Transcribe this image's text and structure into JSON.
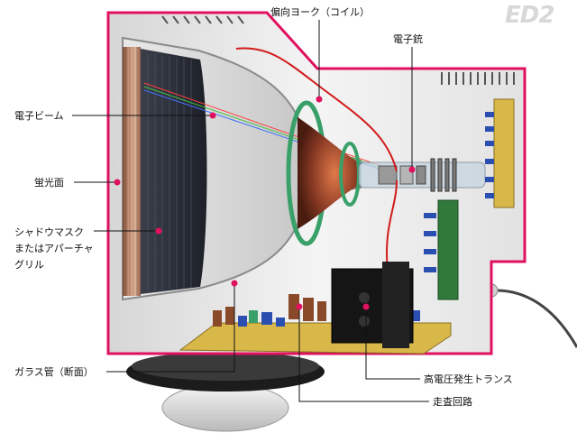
{
  "logo": "ED2",
  "labels": {
    "deflection_yoke": "偏向ヨーク（コイル）",
    "electron_gun": "電子銃",
    "electron_beam": "電子ビーム",
    "phosphor_screen": "蛍光面",
    "shadow_mask_1": "シャドウマスク",
    "shadow_mask_2": "またはアパーチャ",
    "shadow_mask_3": "グリル",
    "glass_tube": "ガラス管（断面）",
    "hv_transformer": "高電圧発生トランス",
    "scan_circuit": "走査回路"
  },
  "colors": {
    "accent": "#e0115f",
    "case": "#eeeeee",
    "pcb": "#d9b84a",
    "yoke": "#3aa06a",
    "leader": "#111111"
  }
}
